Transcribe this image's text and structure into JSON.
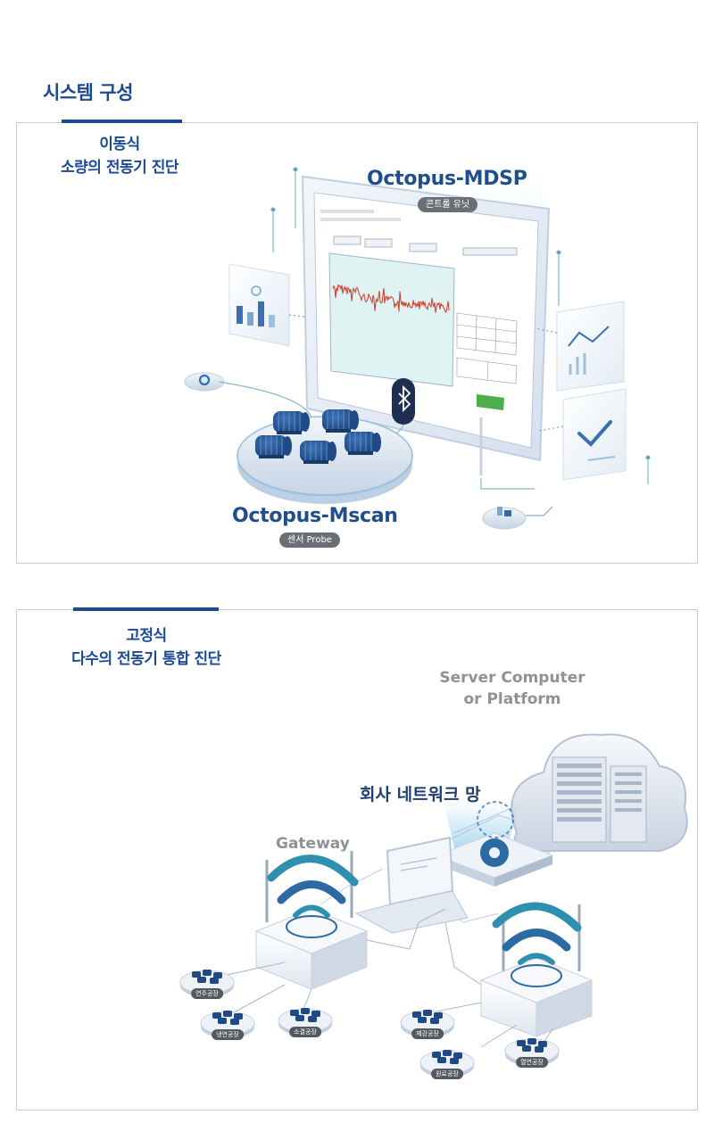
{
  "header": {
    "title": "시스템 구성"
  },
  "section1": {
    "heading_line1": "이동식",
    "heading_line2": "소량의 전동기 진단",
    "mdsp": {
      "title": "Octopus-MDSP",
      "subtitle": "콘트롤 유닛"
    },
    "mscan": {
      "title": "Octopus-Mscan",
      "subtitle": "센서 Probe"
    },
    "colors": {
      "brand": "#1c4a92",
      "plot_bg": "#dff3f3",
      "signal": "#d63a2a",
      "ok_button": "#4cae4c"
    }
  },
  "section2": {
    "heading_line1": "고정식",
    "heading_line2": "다수의 전동기 통합 진단",
    "server": {
      "line1": "Server Computer",
      "line2": "or Platform"
    },
    "network": "회사 네트워크 망",
    "gateway": "Gateway",
    "factories": [
      "연주공장",
      "냉연공장",
      "소결공장",
      "제강공장",
      "열연공장",
      "원료공장"
    ]
  }
}
